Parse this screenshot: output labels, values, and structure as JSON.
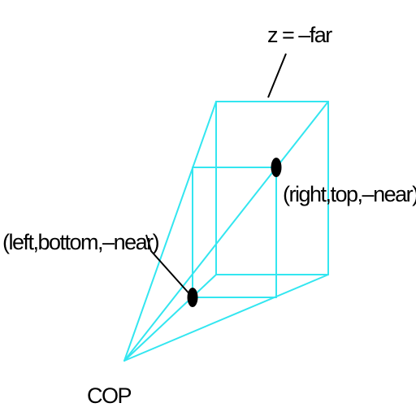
{
  "labels": {
    "far_plane": "z = –far",
    "top_right_near": "(right,top,–near)",
    "bottom_left_near": "(left,bottom,–near)",
    "cop": "COP"
  },
  "colors": {
    "frustum": "#33e6f0",
    "ink": "#000000",
    "background": "#ffffff"
  }
}
